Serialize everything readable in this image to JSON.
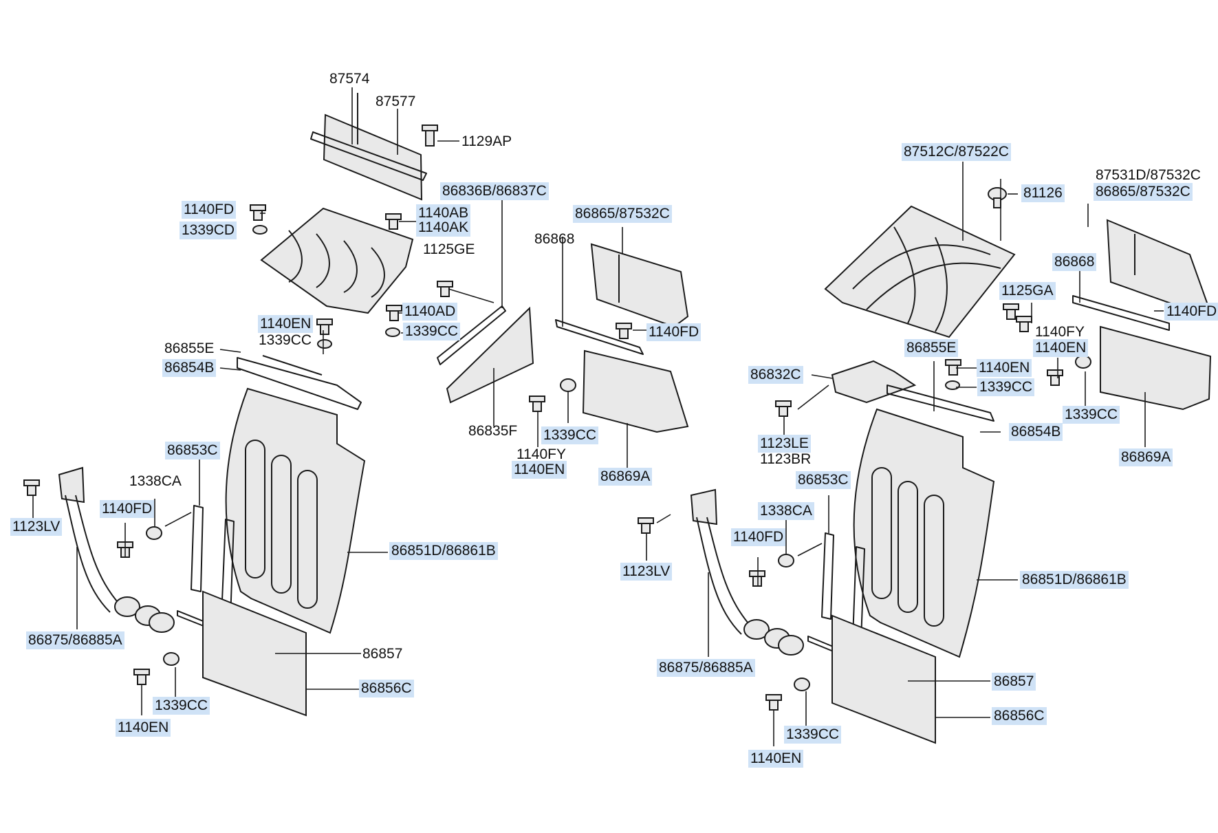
{
  "diagram": {
    "left_assembly": {
      "labels": {
        "p87574": "87574",
        "p87577": "87577",
        "p1129AP": "1129AP",
        "p1140FD_a": "1140FD",
        "p1339CD": "1339CD",
        "p1140AB": "1140AB",
        "p1140AK": "1140AK",
        "p1125GE": "1125GE",
        "p86836B": "86836B/86837C",
        "p86865": "86865/87532C",
        "p86868": "86868",
        "p1140AD": "1140AD",
        "p1339CC_a": "1339CC",
        "p1140EN_a": "1140EN",
        "p1339CC_b": "1339CC",
        "p86855E": "86855E",
        "p86854B": "86854B",
        "p1140FD_b": "1140FD",
        "p86835F": "86835F",
        "p1339CC_c": "1339CC",
        "p1140FY": "1140FY",
        "p1140EN_b": "1140EN",
        "p86869A": "86869A",
        "p86853C": "86853C",
        "p1338CA": "1338CA",
        "p1140FD_c": "1140FD",
        "p1123LV": "1123LV",
        "p86851D": "86851D/86861B",
        "p86875": "86875/86885A",
        "p86857": "86857",
        "p86856C": "86856C",
        "p1339CC_d": "1339CC",
        "p1140EN_c": "1140EN"
      }
    },
    "right_assembly": {
      "labels": {
        "p87512C": "87512C/87522C",
        "p81126": "81126",
        "p87531D_1": "87531D/87532C",
        "p87531D_2": "86865/87532C",
        "p86868": "86868",
        "p1125GA": "1125GA",
        "p1140FD_a": "1140FD",
        "p1140FY": "1140FY",
        "p1140EN_a": "1140EN",
        "p86855E": "86855E",
        "p1140EN_b": "1140EN",
        "p86832C": "86832C",
        "p1339CC_a": "1339CC",
        "p1339CC_b": "1339CC",
        "p1123LE": "1123LE",
        "p1123BR": "1123BR",
        "p86854B": "86854B",
        "p86869A": "86869A",
        "p86853C": "86853C",
        "p1338CA": "1338CA",
        "p1140FD_b": "1140FD",
        "p1123LV": "1123LV",
        "p86851D": "86851D/86861B",
        "p86875": "86875/86885A",
        "p86857": "86857",
        "p86856C": "86856C",
        "p1339CC_c": "1339CC",
        "p1140EN_c": "1140EN"
      }
    },
    "colors": {
      "highlight": "#cfe2f6",
      "line": "#1a1a1a",
      "part_fill": "#e9e9e9"
    }
  }
}
